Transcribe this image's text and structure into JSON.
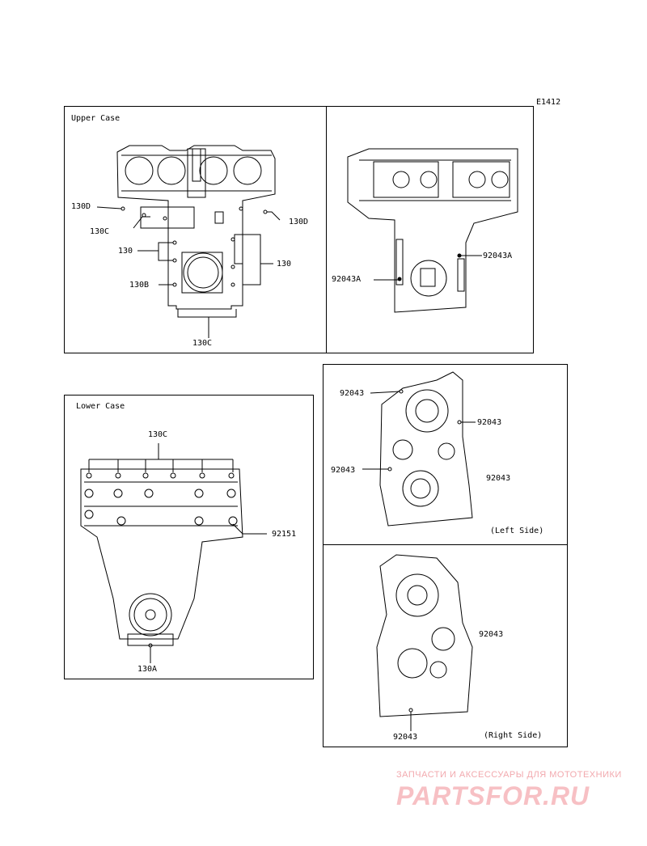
{
  "diagram_code": "E1412",
  "panels": {
    "upper_case": {
      "title": "Upper Case",
      "labels": [
        "130D",
        "130C",
        "130",
        "130B",
        "130D",
        "130",
        "130C"
      ]
    },
    "upper_case_bottom": {
      "labels": [
        "92043A",
        "92043A"
      ]
    },
    "lower_case": {
      "title": "Lower Case",
      "labels": [
        "130C",
        "92151",
        "130A"
      ]
    },
    "left_side": {
      "caption": "(Left Side)",
      "labels": [
        "92043",
        "92043",
        "92043",
        "92043"
      ]
    },
    "right_side": {
      "caption": "(Right Side)",
      "labels": [
        "92043",
        "92043"
      ]
    }
  },
  "watermark": {
    "tagline": "ЗАПЧАСТИ И АКСЕССУАРЫ ДЛЯ МОТОТЕХНИКИ",
    "logo": "PARTSFOR.RU",
    "color": "#f2a9ae"
  }
}
